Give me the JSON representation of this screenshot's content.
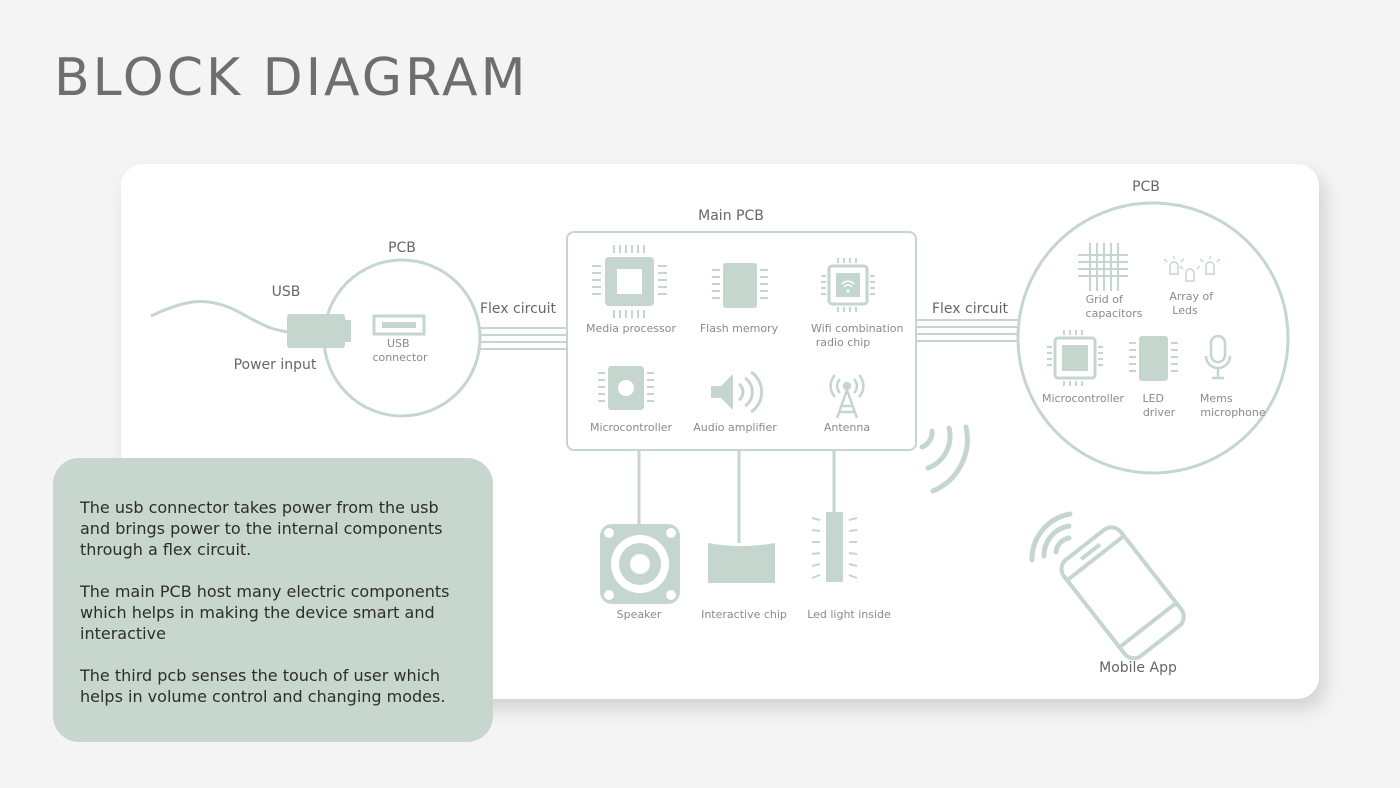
{
  "title": "BLOCK DIAGRAM",
  "colors": {
    "accent": "#c4d6cd",
    "label": "#8a8a8a",
    "dark_label": "#666666",
    "info_bg": "#c7d6ce"
  },
  "usb_section": {
    "usb_label": "USB",
    "power_input_label": "Power input",
    "pcb_label": "PCB",
    "usb_connector_label": [
      "USB",
      "connector"
    ]
  },
  "flex_left_label": "Flex circuit",
  "flex_right_label": "Flex circuit",
  "main_pcb": {
    "label": "Main PCB",
    "components": {
      "media_processor": [
        "Media processor"
      ],
      "flash_memory": [
        "Flash memory"
      ],
      "wifi_chip": [
        "Wifi combination",
        "radio chip"
      ],
      "microcontroller": [
        "Microcontroller"
      ],
      "audio_amplifier": [
        "Audio amplifier"
      ],
      "antenna": [
        "Antenna"
      ]
    }
  },
  "outputs": {
    "speaker": "Speaker",
    "interactive_chip": "Interactive chip",
    "led_light": "Led light inside"
  },
  "third_pcb": {
    "label": "PCB",
    "components": {
      "grid_capacitors": [
        "Grid of",
        "capacitors"
      ],
      "array_leds": [
        "Array of",
        "Leds"
      ],
      "microcontroller": [
        "Microcontroller"
      ],
      "led_driver": [
        "LED",
        "driver"
      ],
      "mems_microphone": [
        "Mems",
        "microphone"
      ]
    }
  },
  "mobile_app_label": "Mobile App",
  "info": {
    "p1": "The usb connector takes power from the usb and brings power to the internal components through a flex circuit.",
    "p2": "The main PCB host many electric components which helps in making the device smart and interactive",
    "p3": "The third pcb senses the touch of user which helps in volume control and changing modes."
  }
}
